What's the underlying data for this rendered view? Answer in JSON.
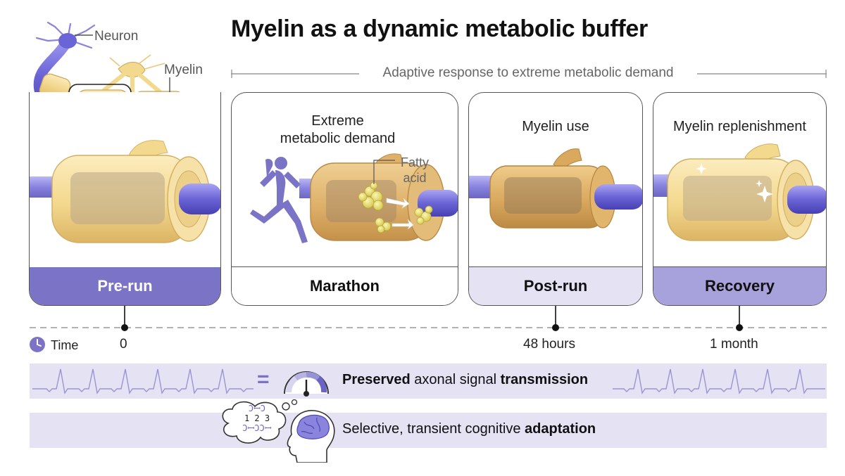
{
  "title": "Myelin as a dynamic metabolic buffer",
  "subtitle": "Adaptive response to extreme metabolic demand",
  "inset": {
    "neuron_label": "Neuron",
    "myelin_label": "Myelin"
  },
  "panels": [
    {
      "label": "Pre-run",
      "heading": "",
      "band_color": "#7b74c6",
      "label_color": "#ffffff"
    },
    {
      "label": "Marathon",
      "heading_line1": "Extreme",
      "heading_line2": "metabolic demand",
      "callout_line1": "Fatty",
      "callout_line2": "acid",
      "band_color": "#ffffff",
      "label_color": "#111111"
    },
    {
      "label": "Post-run",
      "heading": "Myelin use",
      "band_color": "#e4e2f3",
      "label_color": "#111111"
    },
    {
      "label": "Recovery",
      "heading": "Myelin replenishment",
      "band_color": "#a7a2dc",
      "label_color": "#111111"
    }
  ],
  "timeline": {
    "title": "Time",
    "ticks": [
      "0",
      "48 hours",
      "1 month"
    ]
  },
  "outcomes": {
    "signal": {
      "bold1": "Preserved",
      "plain": " axonal signal ",
      "bold2": "transmission",
      "equals": "="
    },
    "cognition": {
      "plain": "Selective, transient cognitive ",
      "bold": "adaptation",
      "thought_row1": "ƆꟷƆ",
      "thought_row2": "1 2 3",
      "thought_row3": "ƆꟷƆƆꟷ"
    }
  },
  "colors": {
    "accent": "#7b74c6",
    "strip": "#e4e2f3",
    "myelin_fresh": "#f3d98e",
    "myelin_used": "#d9a95e",
    "axon": "#6a64d6"
  },
  "icons": [
    "clock-icon",
    "runner-icon",
    "gauge-icon",
    "brain-icon",
    "thought-bubble-icon",
    "sparkle-icon"
  ]
}
